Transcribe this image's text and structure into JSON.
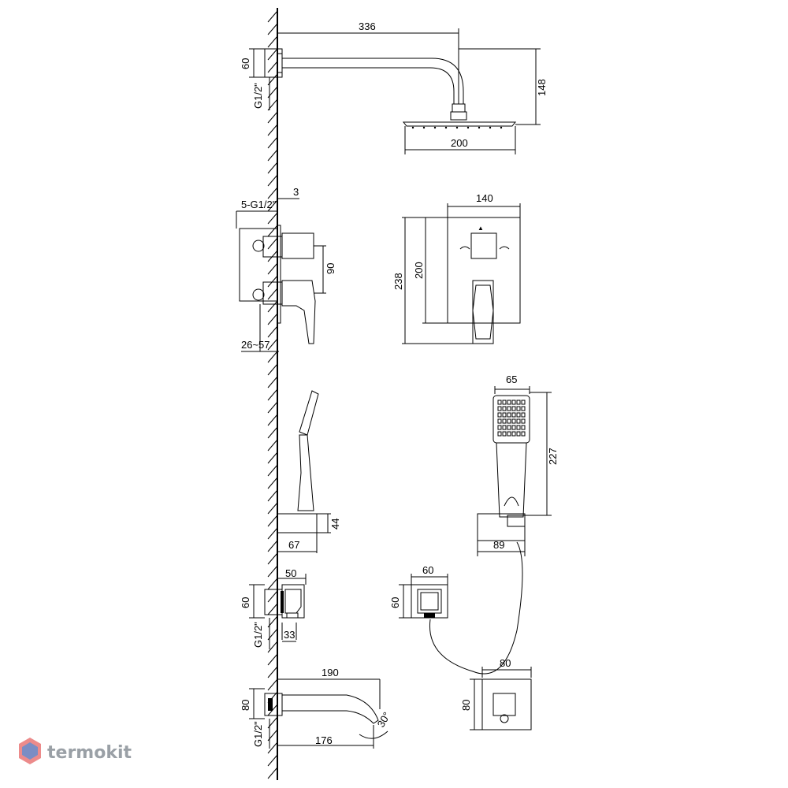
{
  "shower_head": {
    "arm_length": "336",
    "height": "148",
    "head_width": "200",
    "flange": "60",
    "thread": "G1/2\""
  },
  "mixer": {
    "wall_offset": "3",
    "inlets": "5-G1/2\"",
    "spacing": "90",
    "depth_range": "26~57"
  },
  "cover_plate": {
    "width": "140",
    "height_outer": "238",
    "height_inner": "200"
  },
  "hand_shower_side": {
    "holder_height": "44",
    "holder_depth": "67"
  },
  "hand_shower_front": {
    "head_width": "65",
    "length": "227",
    "holder_width": "89"
  },
  "wall_outlet_side": {
    "depth": "50",
    "height": "60",
    "thread": "G1/2\"",
    "outlet": "33"
  },
  "wall_outlet_front": {
    "width": "60",
    "height": "60"
  },
  "diverter_box": {
    "width": "80",
    "height": "80"
  },
  "spout": {
    "length_top": "190",
    "length_bottom": "176",
    "height": "80",
    "thread": "G1/2\"",
    "angle": "30°"
  },
  "watermark": {
    "text": "termokit",
    "brand_color": "#4a8fdd"
  }
}
